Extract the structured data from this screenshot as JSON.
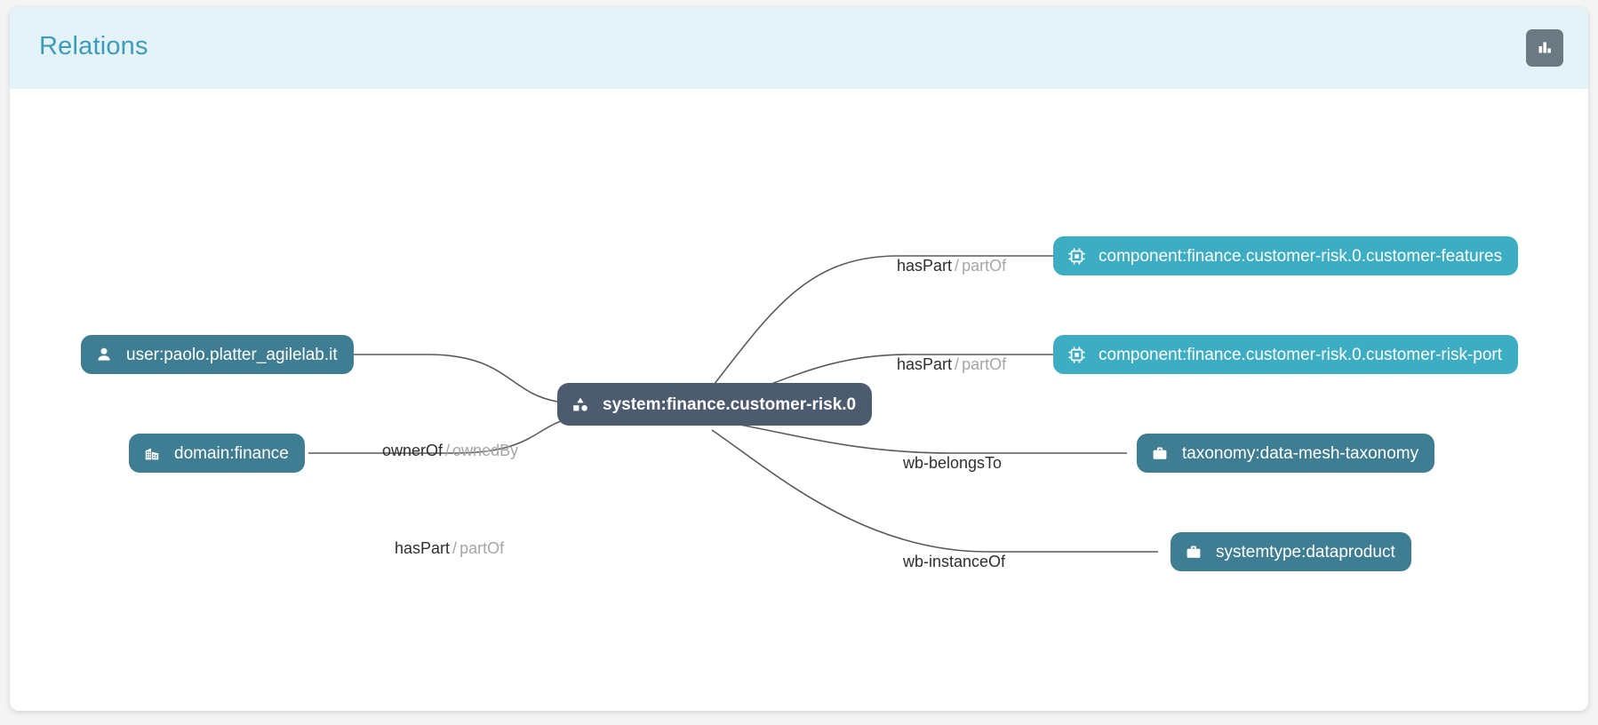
{
  "header": {
    "title": "Relations",
    "action_button": {
      "name": "chart-button",
      "icon": "bar-chart-icon"
    }
  },
  "graph": {
    "center_node": {
      "id": "system",
      "label": "system:finance.customer-risk.0",
      "icon": "shapes-icon",
      "color": "#4c5c6e"
    },
    "nodes": [
      {
        "id": "user",
        "label": "user:paolo.platter_agilelab.it",
        "icon": "user-icon",
        "color": "#3f7e92",
        "side": "left"
      },
      {
        "id": "domain",
        "label": "domain:finance",
        "icon": "building-icon",
        "color": "#3f7e92",
        "side": "left"
      },
      {
        "id": "component-features",
        "label": "component:finance.customer-risk.0.customer-features",
        "icon": "chip-icon",
        "color": "#3dadc4",
        "side": "right"
      },
      {
        "id": "component-risk-port",
        "label": "component:finance.customer-risk.0.customer-risk-port",
        "icon": "chip-icon",
        "color": "#3dadc4",
        "side": "right"
      },
      {
        "id": "taxonomy",
        "label": "taxonomy:data-mesh-taxonomy",
        "icon": "briefcase-icon",
        "color": "#3f7e92",
        "side": "right"
      },
      {
        "id": "systemtype",
        "label": "systemtype:dataproduct",
        "icon": "briefcase-icon",
        "color": "#3f7e92",
        "side": "right"
      }
    ],
    "edges": [
      {
        "id": "edge-user",
        "from": "user",
        "to": "system",
        "forward": "ownerOf",
        "reverse": "ownedBy"
      },
      {
        "id": "edge-domain",
        "from": "domain",
        "to": "system",
        "forward": "hasPart",
        "reverse": "partOf"
      },
      {
        "id": "edge-component-features",
        "from": "system",
        "to": "component-features",
        "forward": "hasPart",
        "reverse": "partOf"
      },
      {
        "id": "edge-component-risk-port",
        "from": "system",
        "to": "component-risk-port",
        "forward": "hasPart",
        "reverse": "partOf"
      },
      {
        "id": "edge-taxonomy",
        "from": "system",
        "to": "taxonomy",
        "forward": "wb-belongsTo",
        "reverse": ""
      },
      {
        "id": "edge-systemtype",
        "from": "system",
        "to": "systemtype",
        "forward": "wb-instanceOf",
        "reverse": ""
      }
    ]
  },
  "theme": {
    "page_bg": "#f4f4f5",
    "card_bg": "#ffffff",
    "header_bg": "#e4f3f8",
    "title_color": "#3d9cbc",
    "edge_color": "#5a5a5a",
    "label_color": "#2e2e2e",
    "label_alt_color": "#a6a6a6"
  }
}
